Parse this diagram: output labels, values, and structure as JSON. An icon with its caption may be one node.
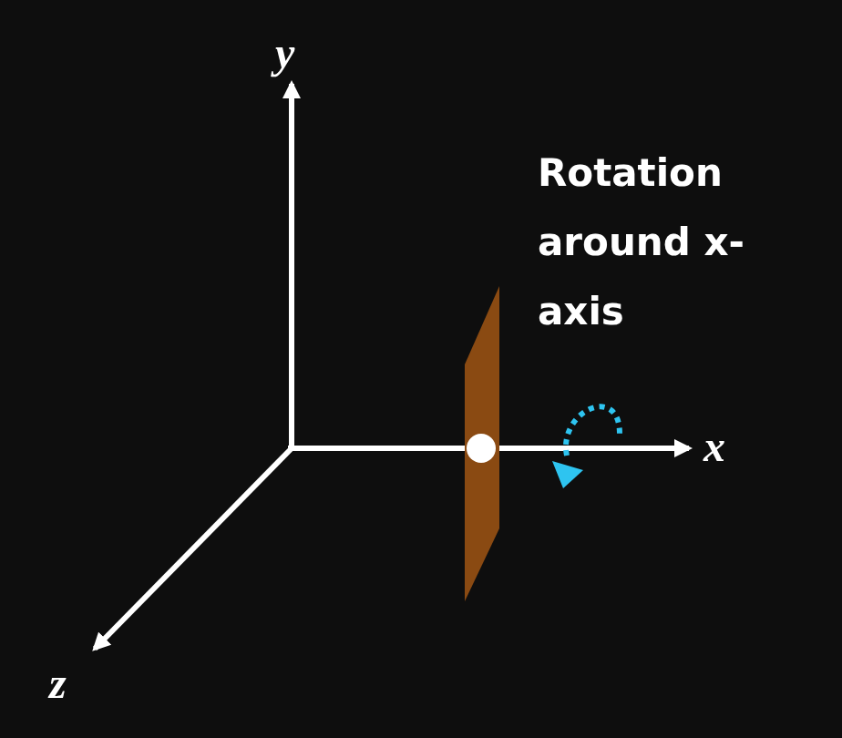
{
  "diagram": {
    "labels": [
      "y",
      "Rotation around x-axis",
      "x",
      "z"
    ]
  }
}
